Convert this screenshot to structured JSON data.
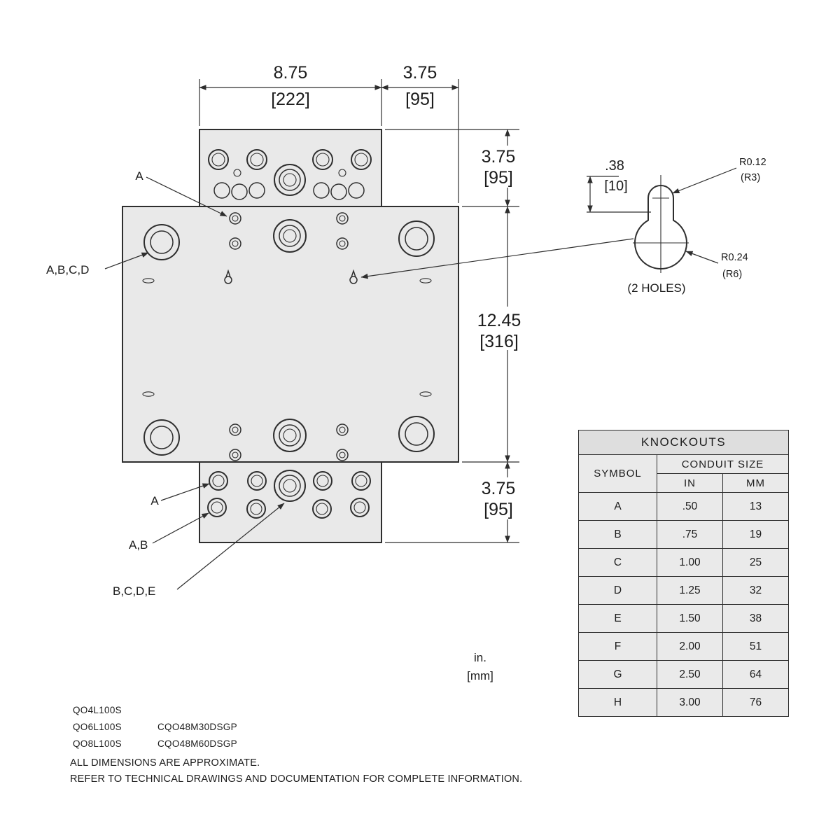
{
  "drawing": {
    "dim_top_width_in": "8.75",
    "dim_top_width_mm": "[222]",
    "dim_top_right_in": "3.75",
    "dim_top_right_mm": "[95]",
    "dim_right_top_in": "3.75",
    "dim_right_top_mm": "[95]",
    "dim_right_mid_in": "12.45",
    "dim_right_mid_mm": "[316]",
    "dim_right_bot_in": "3.75",
    "dim_right_bot_mm": "[95]",
    "label_a_top": "A",
    "label_abcd": "A,B,C,D",
    "label_a_bottom": "A",
    "label_ab": "A,B",
    "label_bcde": "B,C,D,E"
  },
  "keyhole": {
    "dim_in": ".38",
    "dim_mm": "[10]",
    "radius_small_in": "R0.12",
    "radius_small_mm": "(R3)",
    "radius_large_in": "R0.24",
    "radius_large_mm": "(R6)",
    "holes_note": "(2 HOLES)"
  },
  "units": {
    "line1": "in.",
    "line2": "[mm]"
  },
  "models": {
    "row1_col1": "QO4L100S",
    "row2_col1": "QO6L100S",
    "row2_col2": "CQO48M30DSGP",
    "row3_col1": "QO8L100S",
    "row3_col2": "CQO48M60DSGP"
  },
  "knockouts": {
    "title": "KNOCKOUTS",
    "symbol_header": "SYMBOL",
    "conduit_header": "CONDUIT SIZE",
    "in_header": "IN",
    "mm_header": "MM",
    "rows": [
      {
        "symbol": "A",
        "in": ".50",
        "mm": "13"
      },
      {
        "symbol": "B",
        "in": ".75",
        "mm": "19"
      },
      {
        "symbol": "C",
        "in": "1.00",
        "mm": "25"
      },
      {
        "symbol": "D",
        "in": "1.25",
        "mm": "32"
      },
      {
        "symbol": "E",
        "in": "1.50",
        "mm": "38"
      },
      {
        "symbol": "F",
        "in": "2.00",
        "mm": "51"
      },
      {
        "symbol": "G",
        "in": "2.50",
        "mm": "64"
      },
      {
        "symbol": "H",
        "in": "3.00",
        "mm": "76"
      }
    ]
  },
  "footer": {
    "line1": "ALL DIMENSIONS ARE APPROXIMATE.",
    "line2": "REFER TO TECHNICAL DRAWINGS AND DOCUMENTATION FOR COMPLETE INFORMATION."
  }
}
